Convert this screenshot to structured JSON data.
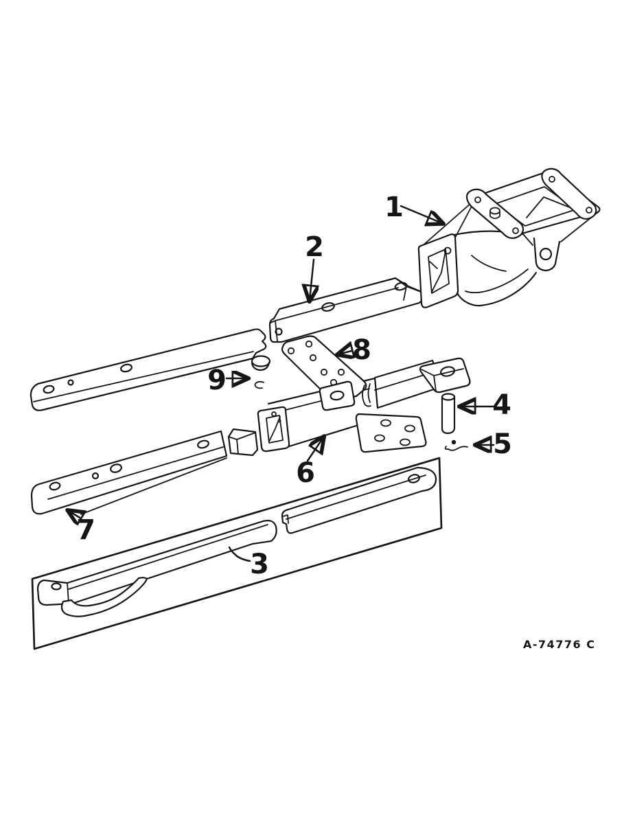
{
  "diagram": {
    "callouts": [
      {
        "text": "1"
      },
      {
        "text": "2"
      },
      {
        "text": "3"
      },
      {
        "text": "4"
      },
      {
        "text": "5"
      },
      {
        "text": "6"
      },
      {
        "text": "7"
      },
      {
        "text": "8"
      },
      {
        "text": "9"
      }
    ],
    "figure_code": "A-74776 C",
    "colors": {
      "ink": "#161616",
      "paper": "#ffffff"
    }
  }
}
